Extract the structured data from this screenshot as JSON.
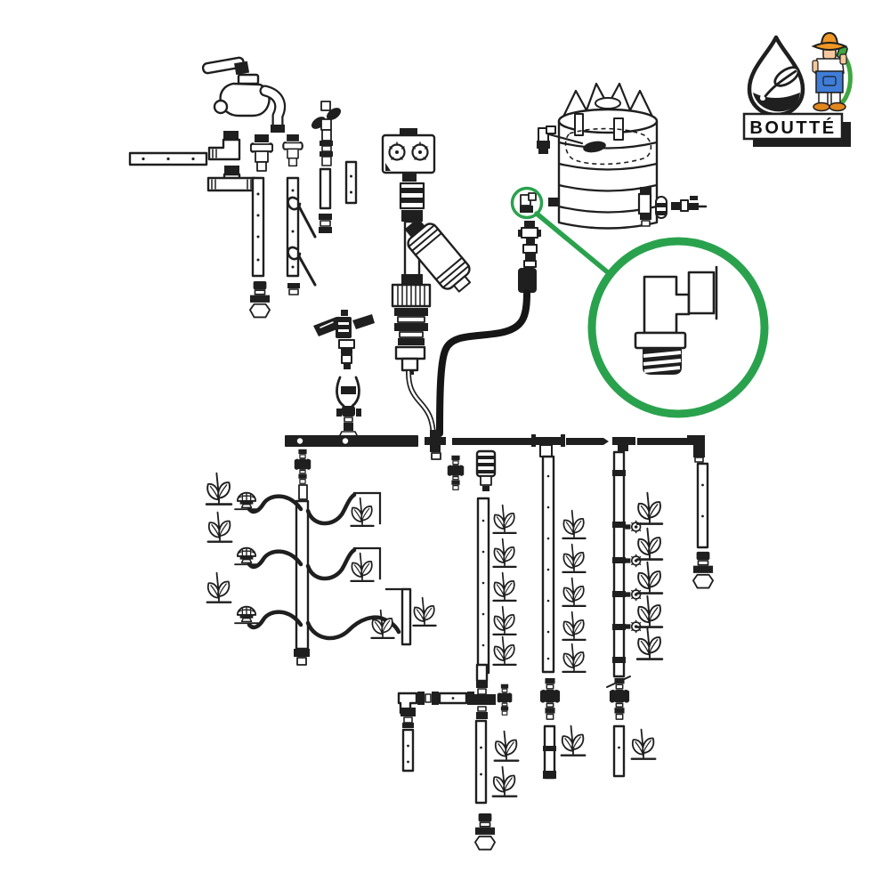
{
  "page": {
    "type": "exploded-parts-diagram",
    "subject": "drip irrigation watering kit with tank, timer and micro sprinklers",
    "background": "#ffffff"
  },
  "brand": {
    "name": "BOUTTÉ",
    "logo_icons": [
      "water-drop-leaf-icon",
      "gardener-mascot-icon"
    ]
  },
  "colors": {
    "ink": "#1f1f1f",
    "accent_green": "#2aa24d",
    "hat_orange": "#f09726",
    "overalls_blue": "#3f7dd8",
    "hose_green": "#3fa63f",
    "skin_tone": "#f6c79e",
    "shoe_orange": "#e2861e"
  },
  "callout": {
    "shape": "magnifier-circle",
    "highlighted_part": "threaded-elbow-connector",
    "points_to": "tank-inlet-elbow"
  },
  "components": [
    {
      "name": "garden-tap",
      "qty": 1
    },
    {
      "name": "wall-mount-rail",
      "qty": 1
    },
    {
      "name": "elbow-connector",
      "qty": 1
    },
    {
      "name": "tee-connector",
      "qty": 1
    },
    {
      "name": "threaded-adapter",
      "qty": 2
    },
    {
      "name": "shut-off-valve",
      "qty": 1
    },
    {
      "name": "perforated-pipe-section",
      "qty": 4
    },
    {
      "name": "ground-stake",
      "qty": 2
    },
    {
      "name": "pipe-clip",
      "qty": 2
    },
    {
      "name": "micro-sprayer",
      "qty": 3
    },
    {
      "name": "irrigation-timer",
      "qty": 1
    },
    {
      "name": "threaded-coupling",
      "qty": 1
    },
    {
      "name": "inline-filter",
      "qty": 1
    },
    {
      "name": "pressure-reducer",
      "qty": 1
    },
    {
      "name": "impact-sprinkler",
      "qty": 1
    },
    {
      "name": "sprinkler-stake",
      "qty": 1
    },
    {
      "name": "water-tank",
      "qty": 1
    },
    {
      "name": "float-valve",
      "qty": 1
    },
    {
      "name": "tank-inlet-elbow",
      "qty": 1
    },
    {
      "name": "tank-outlet-kit",
      "qty": 1
    },
    {
      "name": "threaded-elbow-connector",
      "qty": 1
    },
    {
      "name": "supply-tube",
      "qty": 1
    },
    {
      "name": "main-distribution-line",
      "qty": 1
    },
    {
      "name": "line-tee",
      "qty": 3
    },
    {
      "name": "line-end-elbow",
      "qty": 1
    },
    {
      "name": "inline-valve",
      "qty": 6
    },
    {
      "name": "drip-line",
      "qty": 5
    },
    {
      "name": "drip-emitter",
      "qty": 3
    },
    {
      "name": "side-emitter",
      "qty": 4
    },
    {
      "name": "plant",
      "qty": 26
    },
    {
      "name": "end-cap",
      "qty": 2
    },
    {
      "name": "cross-fitting",
      "qty": 1
    },
    {
      "name": "elbow-fitting",
      "qty": 1
    }
  ]
}
